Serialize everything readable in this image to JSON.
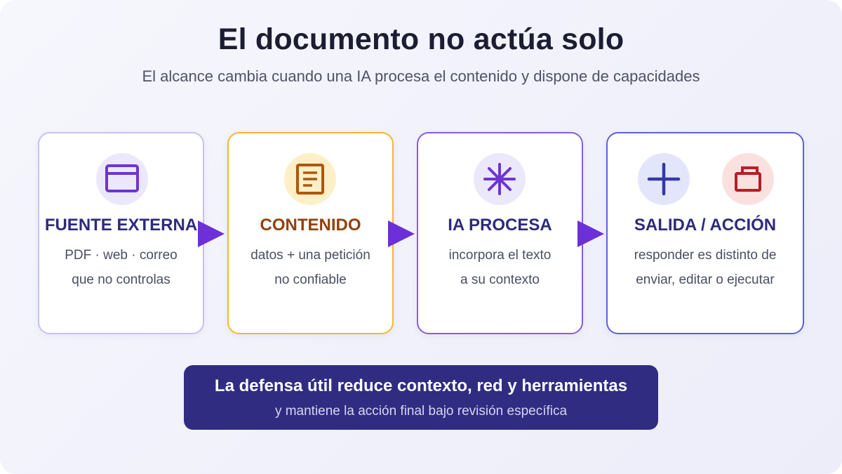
{
  "title": "El documento no actúa solo",
  "subtitle": "El alcance cambia cuando una IA procesa el contenido y dispone de capacidades",
  "steps": [
    {
      "heading": "FUENTE EXTERNA",
      "line1": "PDF · web · correo",
      "line2": "que no controlas",
      "icon": "browser-window-icon",
      "border_color": "#c9c0f4",
      "heading_color": "#2d2a7e",
      "icon_bg": "#ece8fb",
      "icon_color": "#6d34d3"
    },
    {
      "heading": "CONTENIDO",
      "line1": "datos + una petición",
      "line2": "no confiable",
      "icon": "document-lines-icon",
      "border_color": "#f2b92b",
      "heading_color": "#93410c",
      "icon_bg": "#fdf0c8",
      "icon_color": "#b0560f"
    },
    {
      "heading": "IA PROCESA",
      "line1": "incorpora el texto",
      "line2": "a su contexto",
      "icon": "asterisk-spark-icon",
      "border_color": "#8b5be0",
      "heading_color": "#2d2a7e",
      "icon_bg": "#ece8fb",
      "icon_color": "#6d34d3"
    },
    {
      "heading": "SALIDA / ACCIÓN",
      "line1": "responder es distinto de",
      "line2": "enviar, editar o ejecutar",
      "icons": [
        "plus-icon",
        "toolbox-icon"
      ],
      "border_color": "#5e62d6",
      "heading_color": "#2d2a7e",
      "icon_bgs": [
        "#e3e6fb",
        "#fbe0e0"
      ],
      "icon_colors": [
        "#3537a8",
        "#b32025"
      ]
    }
  ],
  "arrow_color": "#6d2fd8",
  "callout": {
    "title": "La defensa útil reduce contexto, red y herramientas",
    "subtitle": "y mantiene la acción final bajo revisión específica",
    "bg_color": "#302c82"
  }
}
